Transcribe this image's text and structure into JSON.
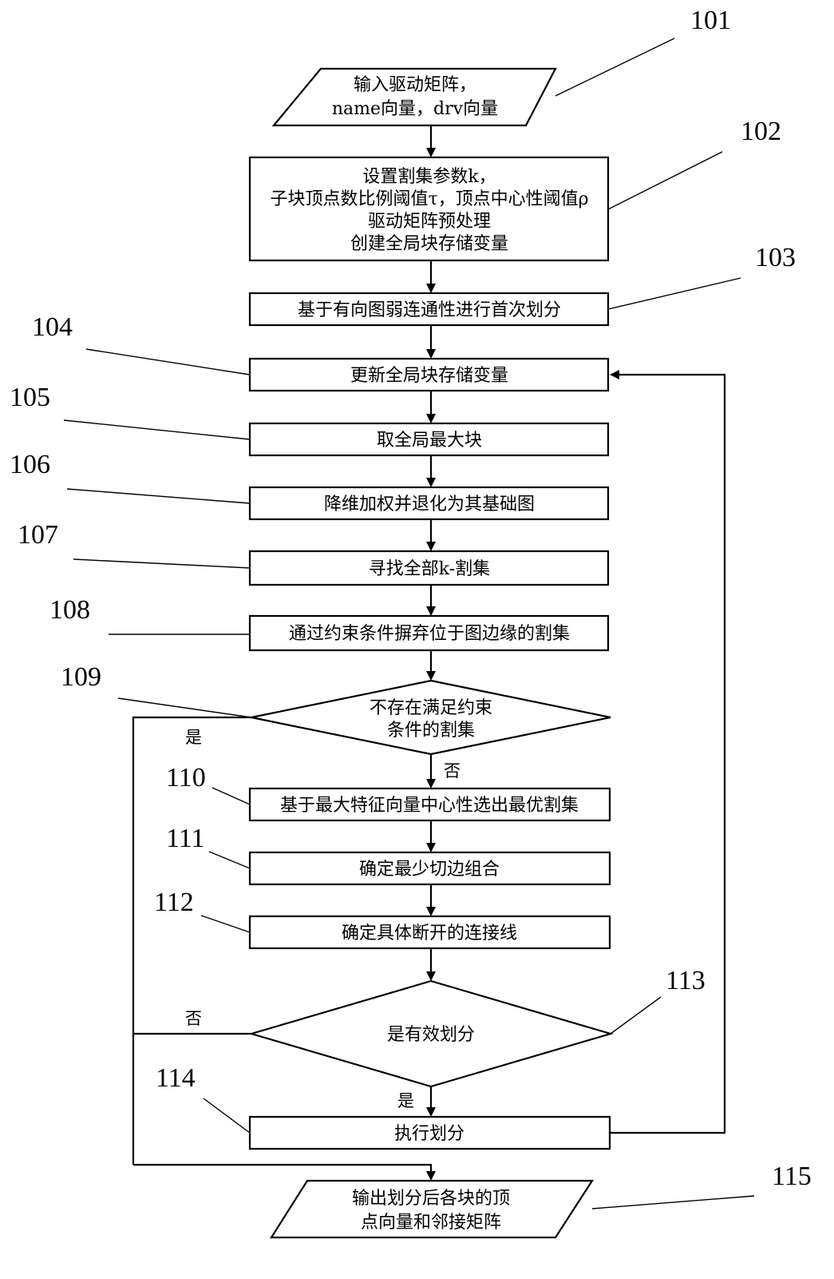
{
  "nodes": {
    "n101": {
      "lines": [
        "输入驱动矩阵，",
        "name向量，drv向量"
      ]
    },
    "n102": {
      "lines": [
        "设置割集参数k，",
        "子块顶点数比例阈值τ，顶点中心性阈值ρ",
        "驱动矩阵预处理",
        "创建全局块存储变量"
      ]
    },
    "n103": {
      "lines": [
        "基于有向图弱连通性进行首次划分"
      ]
    },
    "n104": {
      "lines": [
        "更新全局块存储变量"
      ]
    },
    "n105": {
      "lines": [
        "取全局最大块"
      ]
    },
    "n106": {
      "lines": [
        "降维加权并退化为其基础图"
      ]
    },
    "n107": {
      "lines": [
        "寻找全部k-割集"
      ]
    },
    "n108": {
      "lines": [
        "通过约束条件摒弃位于图边缘的割集"
      ]
    },
    "n109": {
      "lines": [
        "不存在满足约束",
        "条件的割集"
      ]
    },
    "n110": {
      "lines": [
        "基于最大特征向量中心性选出最优割集"
      ]
    },
    "n111": {
      "lines": [
        "确定最少切边组合"
      ]
    },
    "n112": {
      "lines": [
        "确定具体断开的连接线"
      ]
    },
    "n113": {
      "lines": [
        "是有效划分"
      ]
    },
    "n114": {
      "lines": [
        "执行划分"
      ]
    },
    "n115": {
      "lines": [
        "输出划分后各块的顶",
        "点向量和邻接矩阵"
      ]
    }
  },
  "refs": {
    "r101": "101",
    "r102": "102",
    "r103": "103",
    "r104": "104",
    "r105": "105",
    "r106": "106",
    "r107": "107",
    "r108": "108",
    "r109": "109",
    "r110": "110",
    "r111": "111",
    "r112": "112",
    "r113": "113",
    "r114": "114",
    "r115": "115"
  },
  "branches": {
    "d109_yes": "是",
    "d109_no": "否",
    "d113_no": "否",
    "d113_yes": "是"
  }
}
